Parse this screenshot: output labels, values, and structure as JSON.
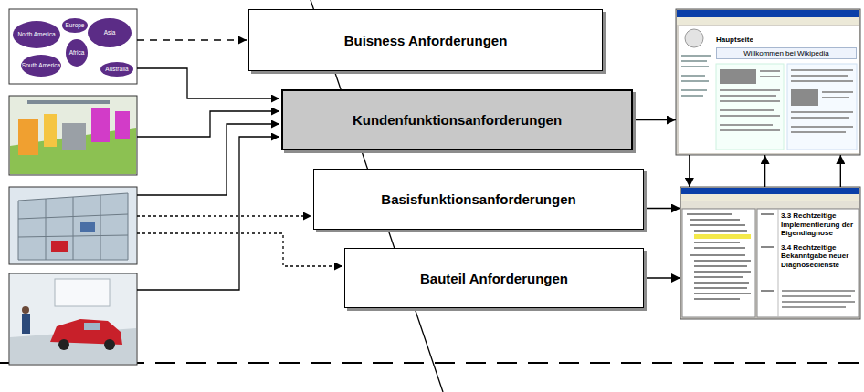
{
  "diagram": {
    "nodes": [
      {
        "text": [
          "Buisness Anforderungen"
        ]
      },
      {
        "text": [
          "Kundenfunktionsanforderungen"
        ]
      },
      {
        "text": [
          "Basisfunktionsanforderungen"
        ]
      },
      {
        "text": [
          "Bauteil Anforderungen"
        ]
      },
      {
        "text": [
          "Hauptseite",
          "Willkommen bei Wikipedia"
        ]
      },
      {
        "text": [
          "3.3 Rechtzeitige Implementierung der Eigendiagnose",
          "3.4 Rechtzeitige Bekanntgabe neuer Diagnosedienste"
        ]
      }
    ],
    "edges": [
      {
        "from": 1,
        "to": 4,
        "arrow": "to"
      },
      {
        "from": 2,
        "to": 5,
        "arrow": "to"
      },
      {
        "from": 3,
        "to": 5,
        "arrow": "to"
      },
      {
        "from": 4,
        "to": 5,
        "arrow": "to"
      },
      {
        "from": 5,
        "to": 4,
        "arrow": "to"
      },
      {
        "from": 5,
        "to": 4,
        "arrow": "to"
      }
    ],
    "labels": [
      "North America",
      "Europe",
      "Asia",
      "South America",
      "Africa",
      "Australia"
    ]
  }
}
